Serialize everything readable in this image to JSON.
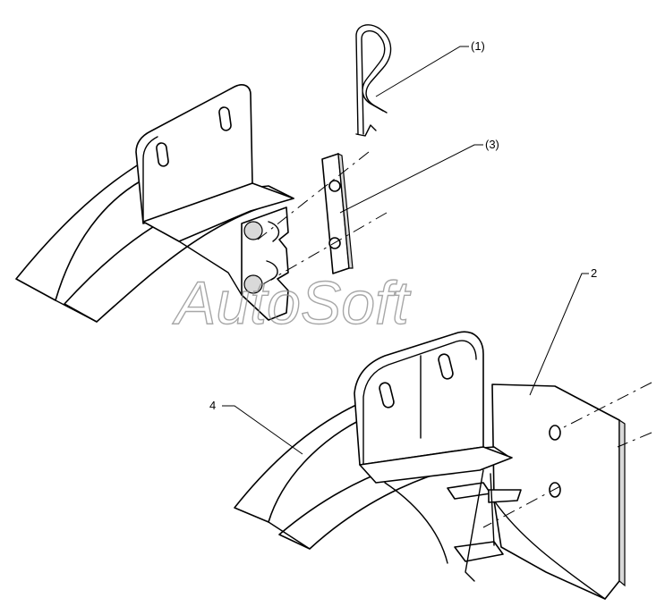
{
  "diagram": {
    "callouts": {
      "pin": "(1)",
      "link_plate": "(3)",
      "bracket": "2",
      "skid_assembly": "4"
    },
    "watermark": "AutoSoft"
  }
}
